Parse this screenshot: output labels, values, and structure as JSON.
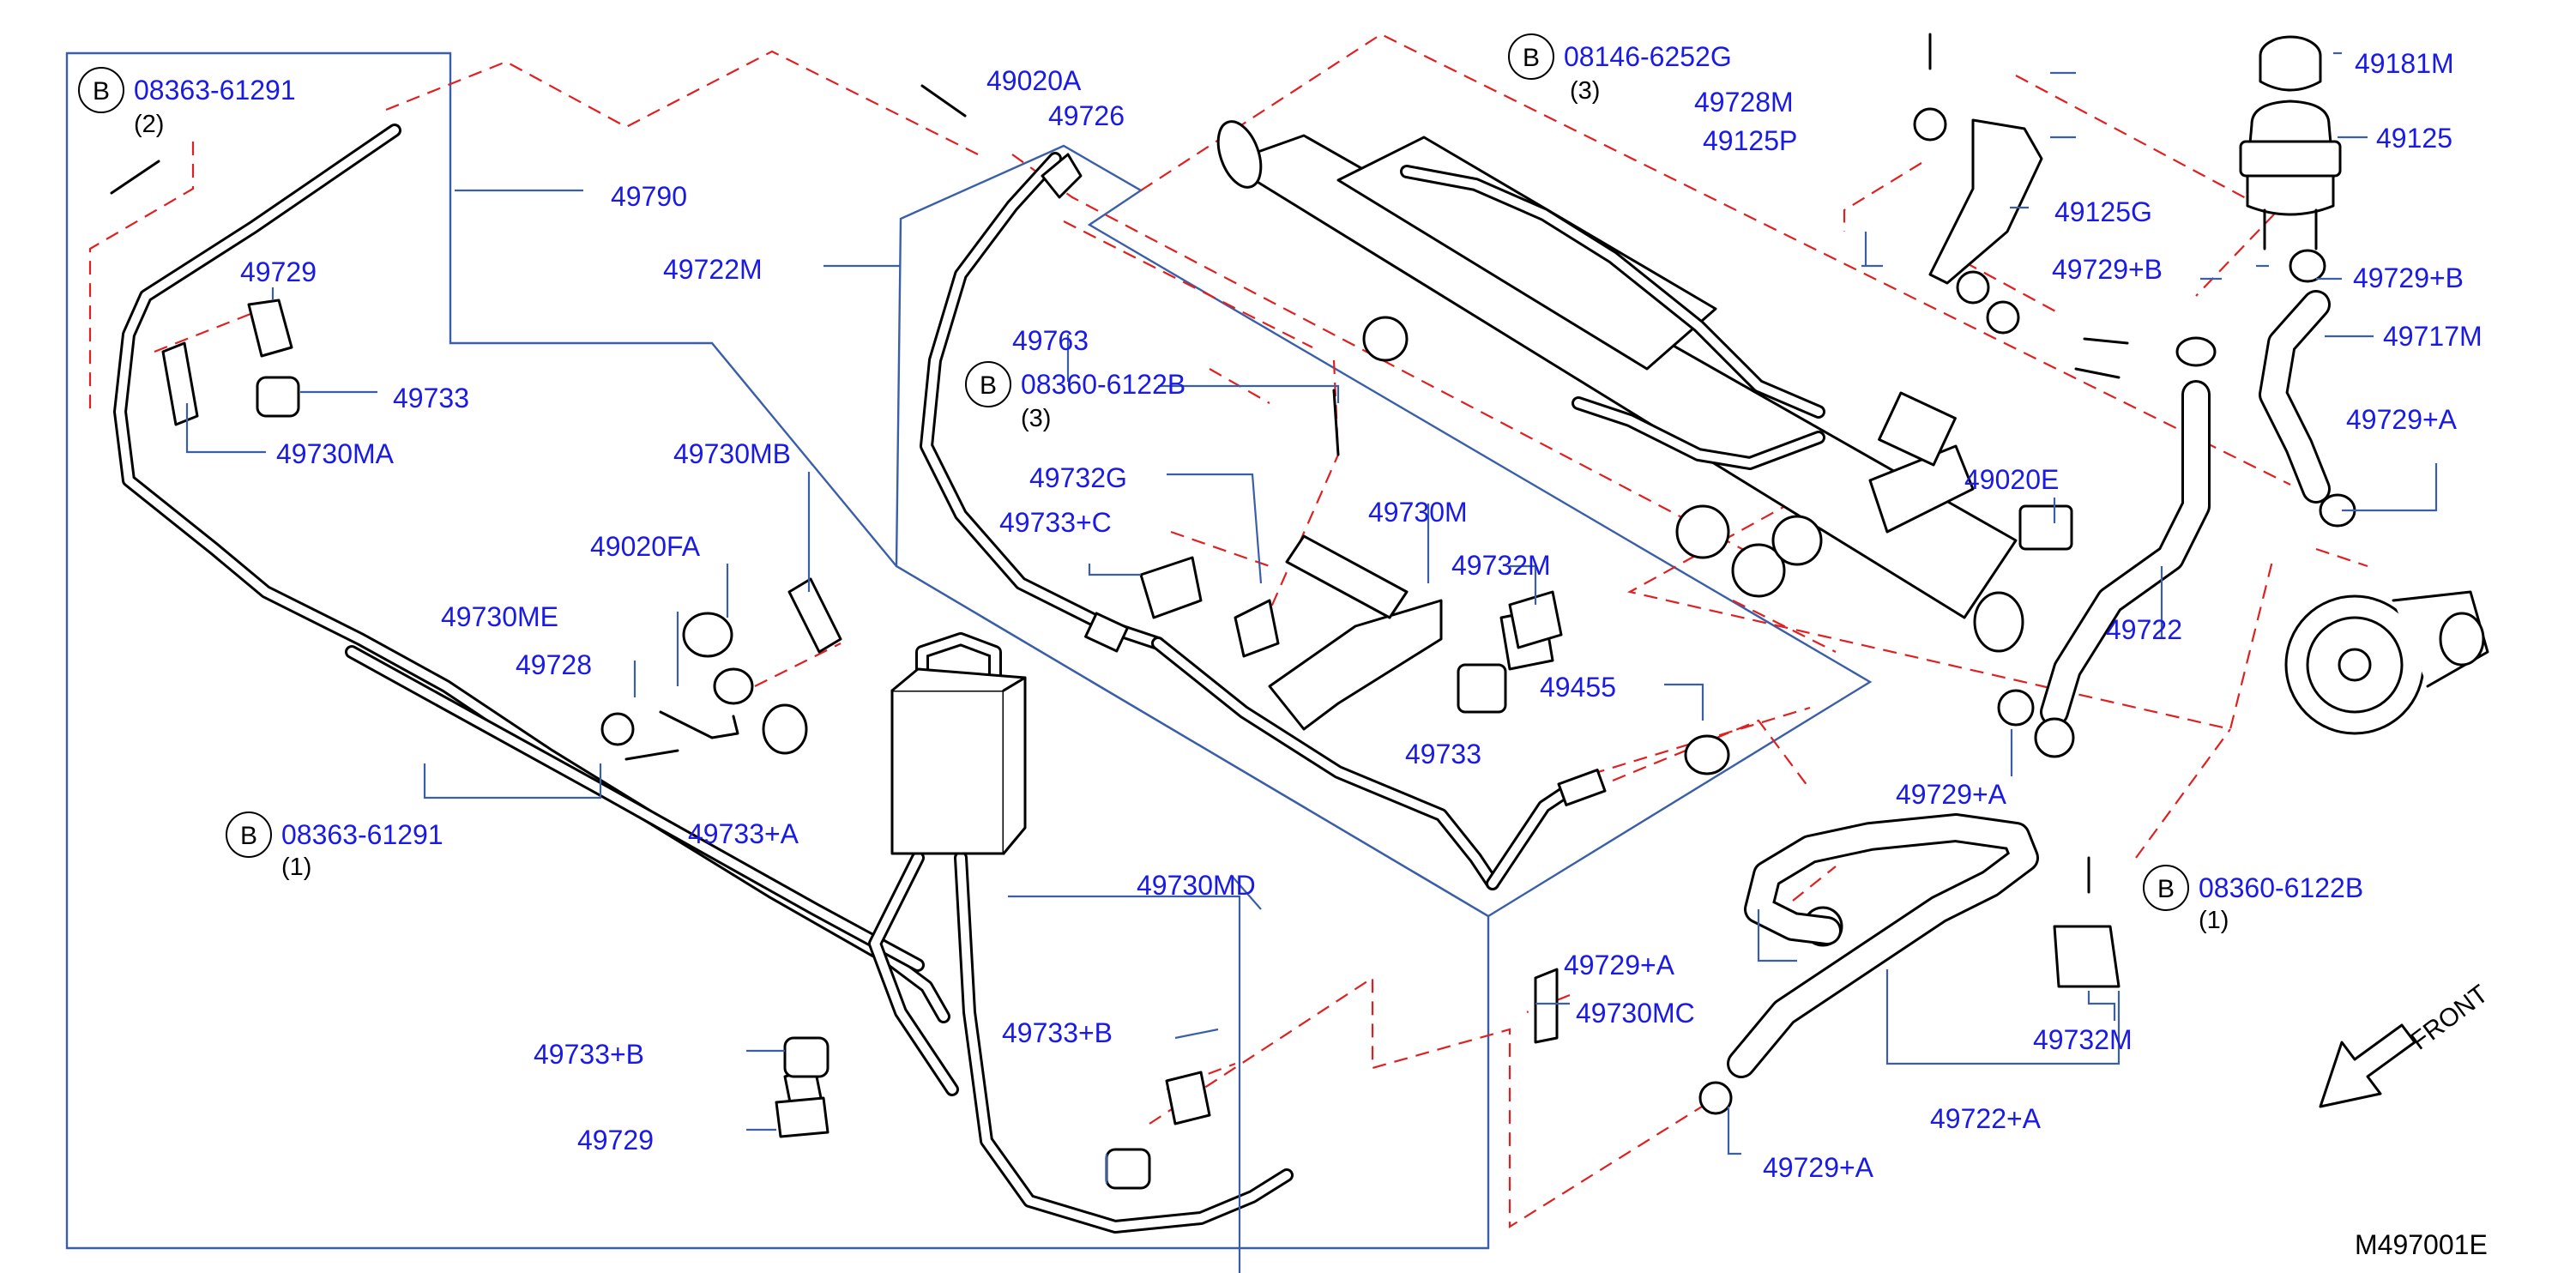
{
  "diagram": {
    "drawing_code": "M497001E",
    "front_label": "FRONT",
    "bolt_marker": "B",
    "bolt_callouts": [
      {
        "code": "08363-61291",
        "qty": "(2)"
      },
      {
        "code": "08363-61291",
        "qty": "(1)"
      },
      {
        "code": "08360-6122B",
        "qty": "(3)"
      },
      {
        "code": "08146-6252G",
        "qty": "(3)"
      },
      {
        "code": "08360-6122B",
        "qty": "(1)"
      }
    ],
    "part_labels": [
      "49020A",
      "49726",
      "49790",
      "49722M",
      "49763",
      "49729",
      "49733",
      "49730MA",
      "49730MB",
      "49020FA",
      "49730ME",
      "49728",
      "49733+A",
      "49732G",
      "49733+C",
      "49730M",
      "49732M",
      "49733",
      "49455",
      "49728M",
      "49125P",
      "49125G",
      "49181M",
      "49125",
      "49729+B",
      "49729+B",
      "49717M",
      "49729+A",
      "49020E",
      "49722",
      "49729+A",
      "49730MD",
      "49733+B",
      "49729+A",
      "49730MC",
      "49733+B",
      "49729",
      "49732M",
      "49722+A",
      "49729+A"
    ]
  }
}
